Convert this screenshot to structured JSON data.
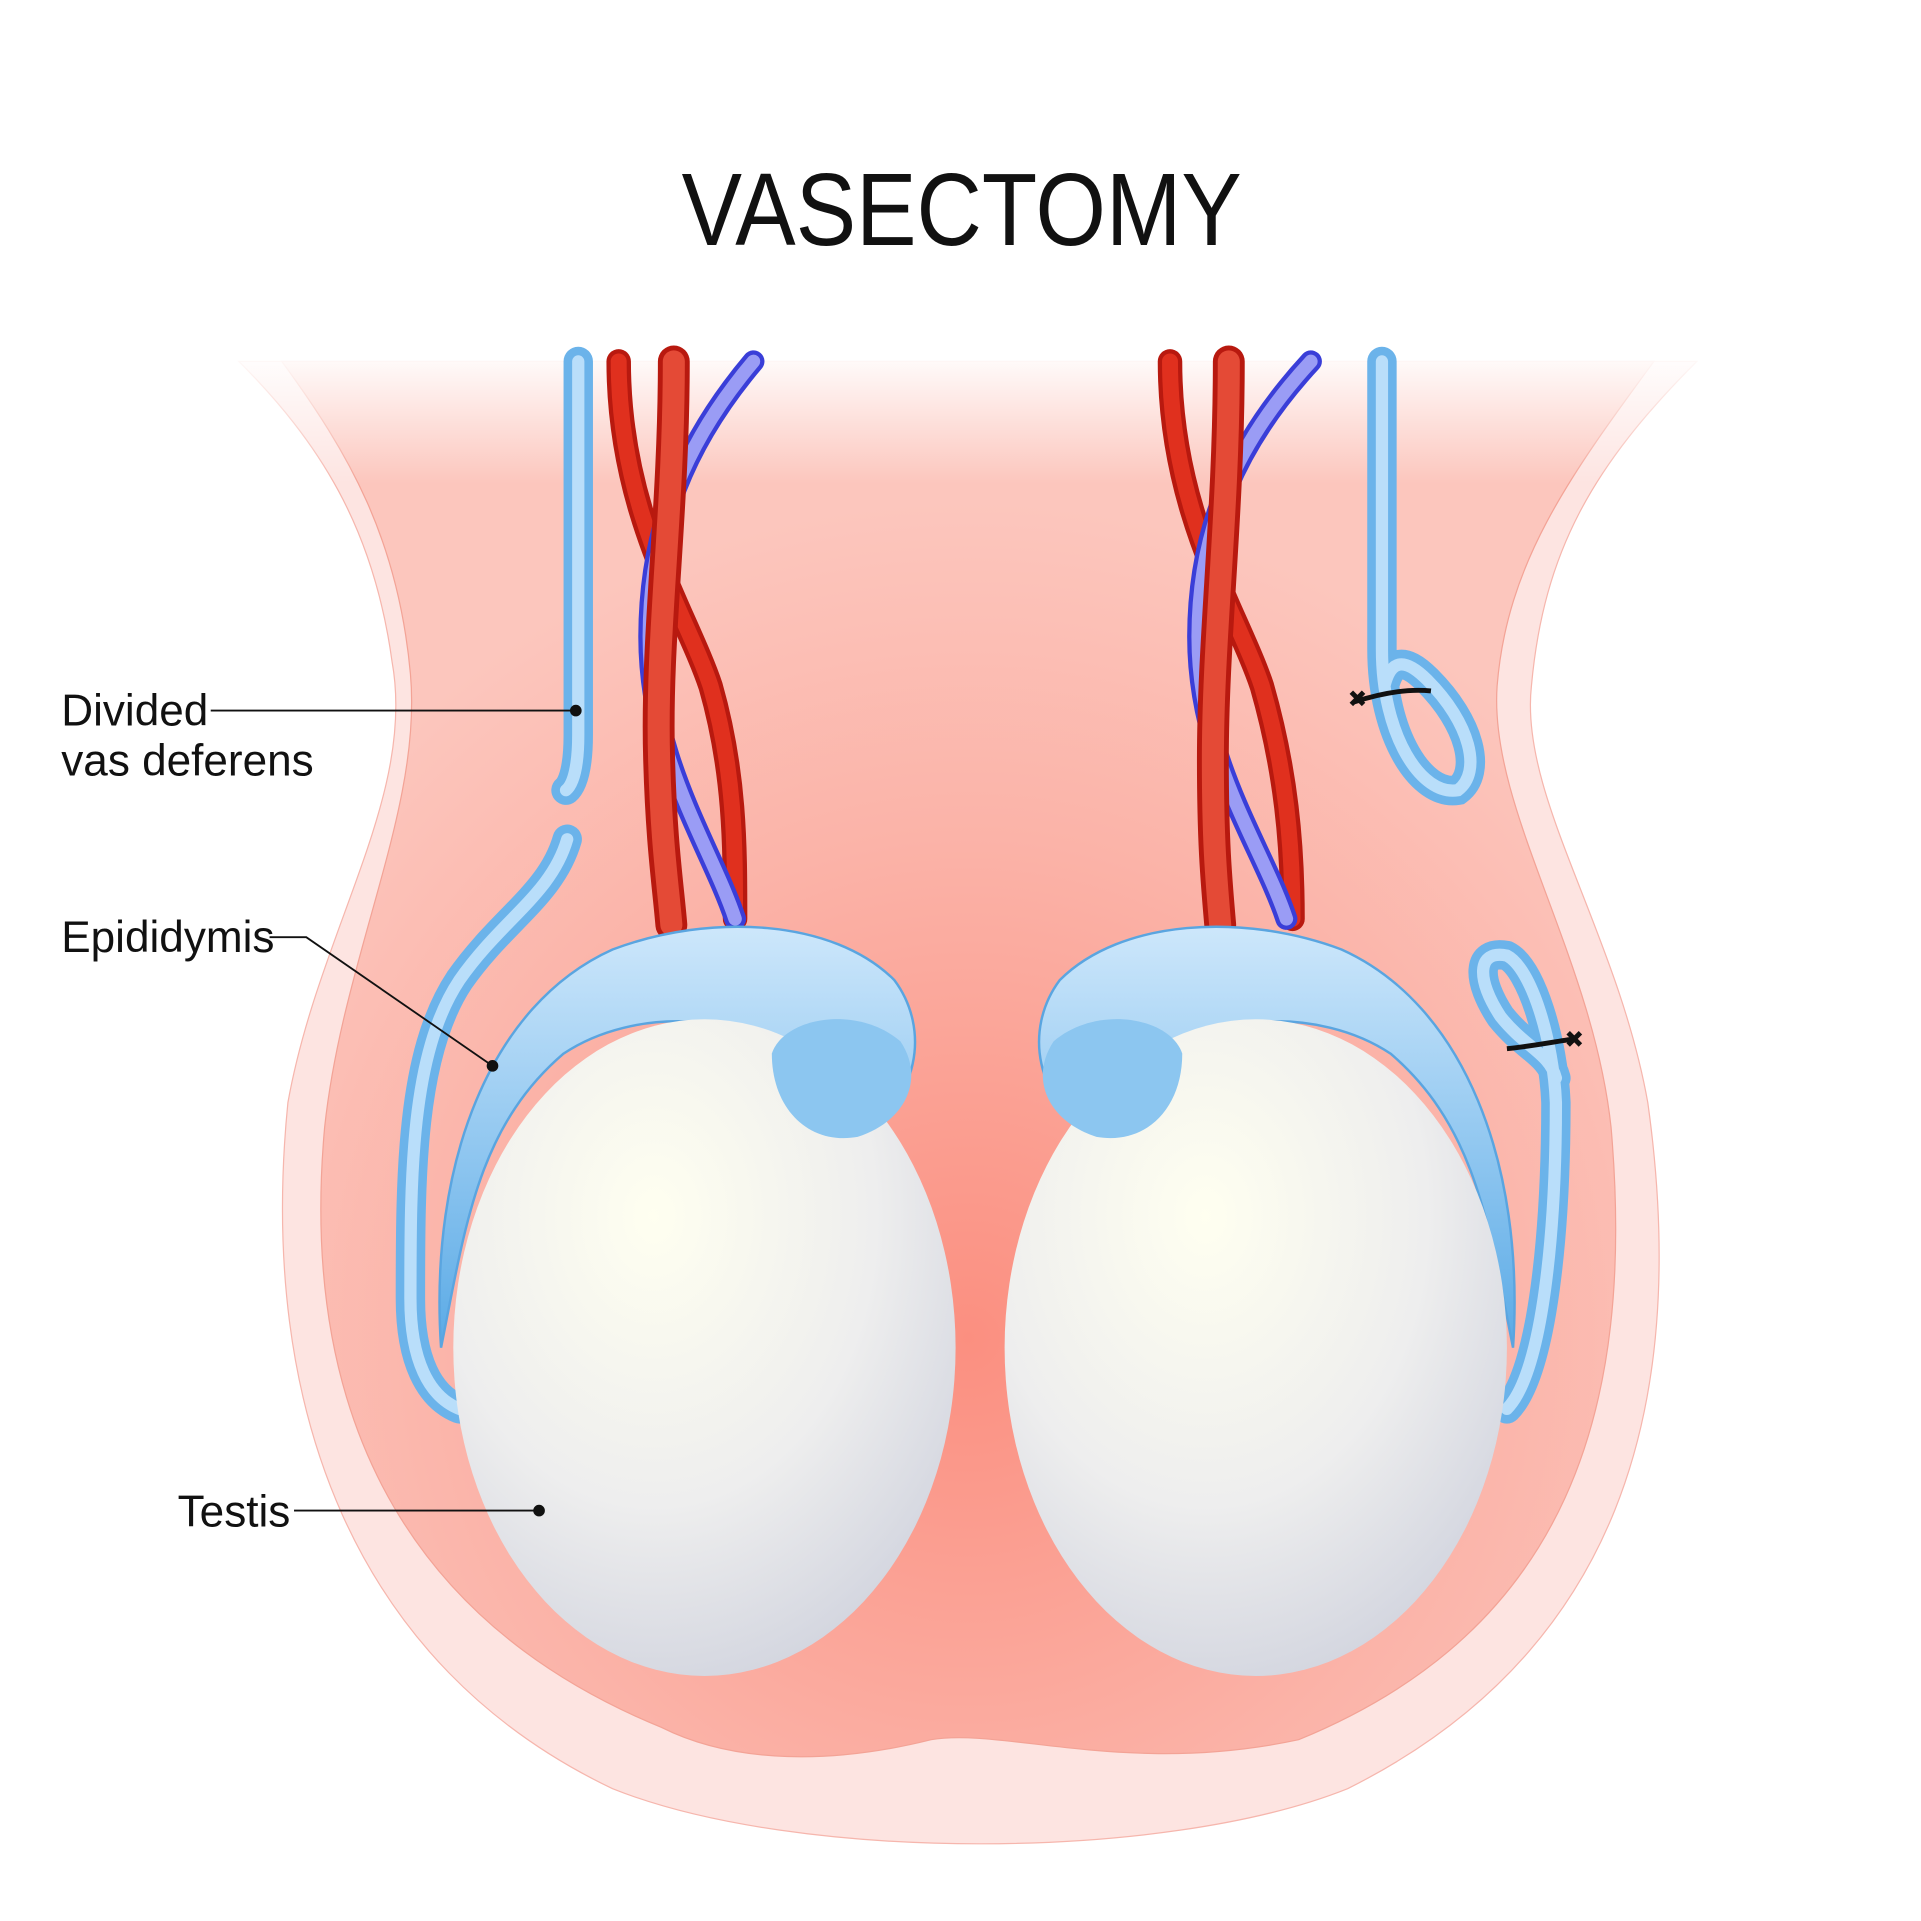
{
  "title": "VASECTOMY",
  "labels": {
    "vas_line1": "Divided",
    "vas_line2": "vas deferens",
    "epididymis": "Epididymis",
    "testis": "Testis"
  },
  "colors": {
    "skin_outer": "#fde4e1",
    "skin_inner": "#fbbdb3",
    "testis": "#f2f2f0",
    "epididymis": "#7fbdee",
    "artery": "#e0301e",
    "vein": "#7b7ff0"
  }
}
